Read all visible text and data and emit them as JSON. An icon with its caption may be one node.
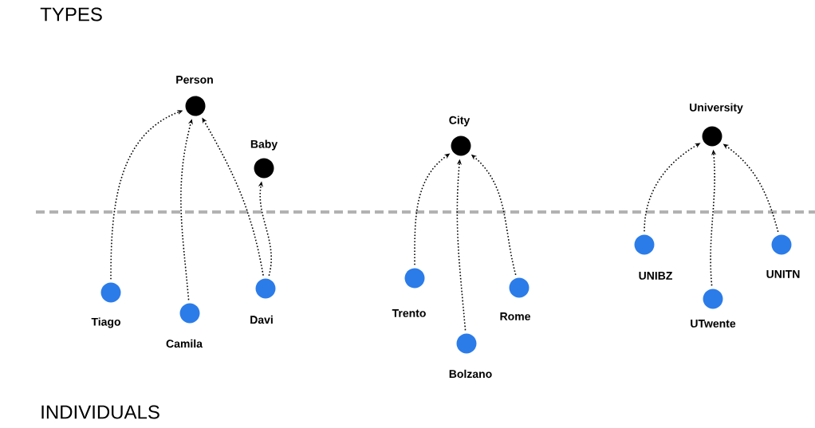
{
  "diagram": {
    "nodes": [
      {
        "text": [
          "Person"
        ]
      },
      {
        "text": [
          "Baby"
        ]
      },
      {
        "text": [
          "City"
        ]
      },
      {
        "text": [
          "University"
        ]
      },
      {
        "text": [
          "Tiago"
        ]
      },
      {
        "text": [
          "Camila"
        ]
      },
      {
        "text": [
          "Davi"
        ]
      },
      {
        "text": [
          "Trento"
        ]
      },
      {
        "text": [
          "Bolzano"
        ]
      },
      {
        "text": [
          "Rome"
        ]
      },
      {
        "text": [
          "UNIBZ"
        ]
      },
      {
        "text": [
          "UTwente"
        ]
      },
      {
        "text": [
          "UNITN"
        ]
      }
    ],
    "edges": [
      {
        "from": 4,
        "to": 0,
        "arrow": "to"
      },
      {
        "from": 5,
        "to": 0,
        "arrow": "to"
      },
      {
        "from": 6,
        "to": 0,
        "arrow": "to"
      },
      {
        "from": 6,
        "to": 1,
        "arrow": "to"
      },
      {
        "from": 7,
        "to": 2,
        "arrow": "to"
      },
      {
        "from": 8,
        "to": 2,
        "arrow": "to"
      },
      {
        "from": 9,
        "to": 2,
        "arrow": "to"
      },
      {
        "from": 10,
        "to": 3,
        "arrow": "to"
      },
      {
        "from": 11,
        "to": 3,
        "arrow": "to"
      },
      {
        "from": 12,
        "to": 3,
        "arrow": "to"
      }
    ],
    "labels": [
      "TYPES",
      "INDIVIDUALS"
    ]
  }
}
